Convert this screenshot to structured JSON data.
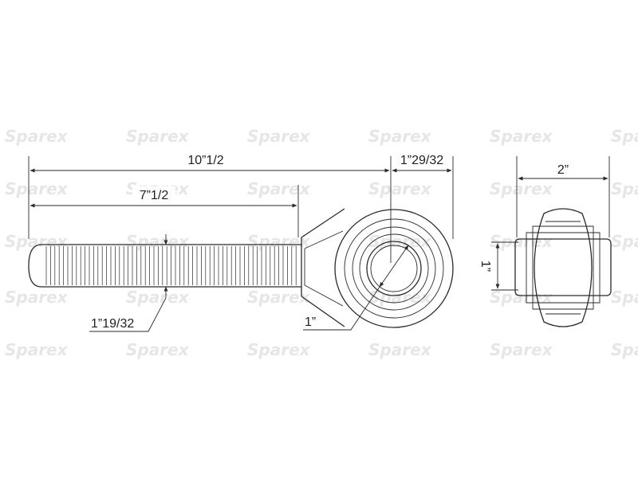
{
  "watermark": {
    "text": "Sparex"
  },
  "dimensions": {
    "overall_length": "10”1/2",
    "thread_length": "7”1/2",
    "eye_offset": "1”29/32",
    "ball_width": "2”",
    "bore_side": "1”",
    "bore_diameter": "1”",
    "thread_diameter": "1”19/32"
  },
  "colors": {
    "line": "#2a2a2a",
    "watermark": "#e6e6e6",
    "background": "#ffffff"
  }
}
